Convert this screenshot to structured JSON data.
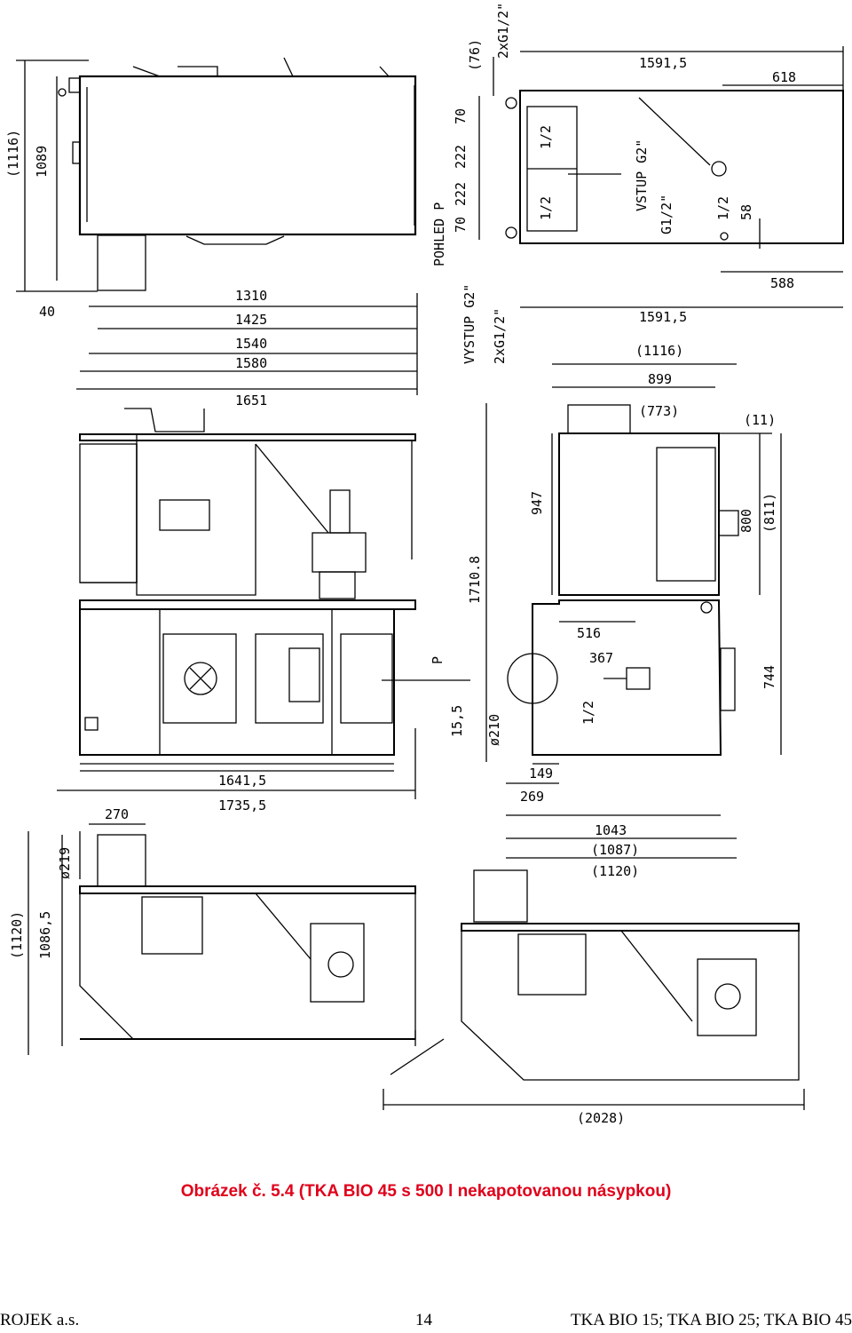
{
  "figure": {
    "caption": "Obrázek č. 5.4 (TKA BIO 45 s 500 l nekapotovanou násypkou)",
    "labels": {
      "d1116": "(1116)",
      "d1089": "1089",
      "d40": "40",
      "d1310": "1310",
      "d1425": "1425",
      "d1540": "1540",
      "d1580": "1580",
      "d1651": "1651",
      "d1641": "1641,5",
      "d1735": "1735,5",
      "d270": "270",
      "d219": "ø219",
      "d1120l": "(1120)",
      "d1086": "1086,5",
      "pohled": "POHLED P",
      "vystup": "VYSTUP G2\"",
      "g12a": "2xG1/2\"",
      "g12b": "2xG1/2\"",
      "d76": "(76)",
      "d70a": "70",
      "d222a": "222",
      "d222b": "222",
      "d70b": "70",
      "d1591a": "1591,5",
      "d1591b": "1591,5",
      "d618": "618",
      "vstup": "VSTUP G2\"",
      "g12c": "G1/2\"",
      "d58": "58",
      "d588": "588",
      "h12a": "1/2",
      "h12b": "1/2",
      "h12c": "1/2",
      "d1116b": "(1116)",
      "d899": "899",
      "d773": "(773)",
      "d11": "(11)",
      "d947": "947",
      "d800": "800",
      "d811": "(811)",
      "d17108": "1710.8",
      "d516": "516",
      "d367": "367",
      "h12d": "1/2",
      "d744": "744",
      "p": "P",
      "d155": "15,5",
      "d210": "ø210",
      "d149": "149",
      "d269": "269",
      "d1043": "1043",
      "d1087": "(1087)",
      "d1120b": "(1120)",
      "d2028": "(2028)"
    }
  },
  "footer": {
    "left": "ROJEK a.s.",
    "page_number": "14",
    "right": "TKA BIO 15; TKA BIO 25; TKA BIO 45"
  }
}
